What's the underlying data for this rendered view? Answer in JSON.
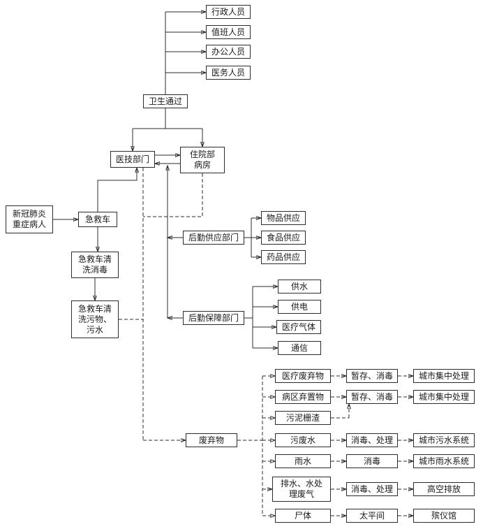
{
  "colors": {
    "line": "#2b2b2b",
    "box_border": "#2b2b2b",
    "background": "#ffffff",
    "text": "#1a1a1a"
  },
  "nodes": {
    "admin_staff": "行政人员",
    "duty_staff": "值班人员",
    "office_staff": "办公人员",
    "medical_staff": "医务人员",
    "hygiene_pass": "卫生通过",
    "medtech_dept": "医技部门",
    "inpatient_ward": "住院部\n病房",
    "covid_patient": "新冠肺炎\n重症病人",
    "ambulance": "急救车",
    "ambulance_cleaning": "急救车清\n洗消毒",
    "ambulance_waste": "急救车清\n洗污物、\n污水",
    "logistics_supply_dept": "后勤供应部门",
    "goods_supply": "物品供应",
    "food_supply": "食品供应",
    "medicine_supply": "药品供应",
    "logistics_support_dept": "后勤保障部门",
    "water_supply": "供水",
    "power_supply": "供电",
    "medical_gas": "医疗气体",
    "communication": "通信",
    "waste": "废弃物",
    "medical_waste": "医疗废弃物",
    "temp_storage_disinfect_1": "暂存、消毒",
    "city_central_treatment_1": "城市集中处理",
    "ward_discards": "病区弃置物",
    "temp_storage_disinfect_2": "暂存、消毒",
    "city_central_treatment_2": "城市集中处理",
    "sludge_residue": "污泥栅渣",
    "sewage_wastewater": "污废水",
    "disinfect_treat_1": "消毒、处理",
    "city_sewage_system": "城市污水系统",
    "rainwater": "雨水",
    "disinfect_only": "消毒",
    "city_rain_system": "城市雨水系统",
    "drainage_exhaust": "排水、水处\n理废气",
    "disinfect_treat_2": "消毒、处理",
    "high_altitude_discharge": "高空排放",
    "corpse": "尸体",
    "morgue": "太平间",
    "funeral_home": "殡仪馆"
  }
}
